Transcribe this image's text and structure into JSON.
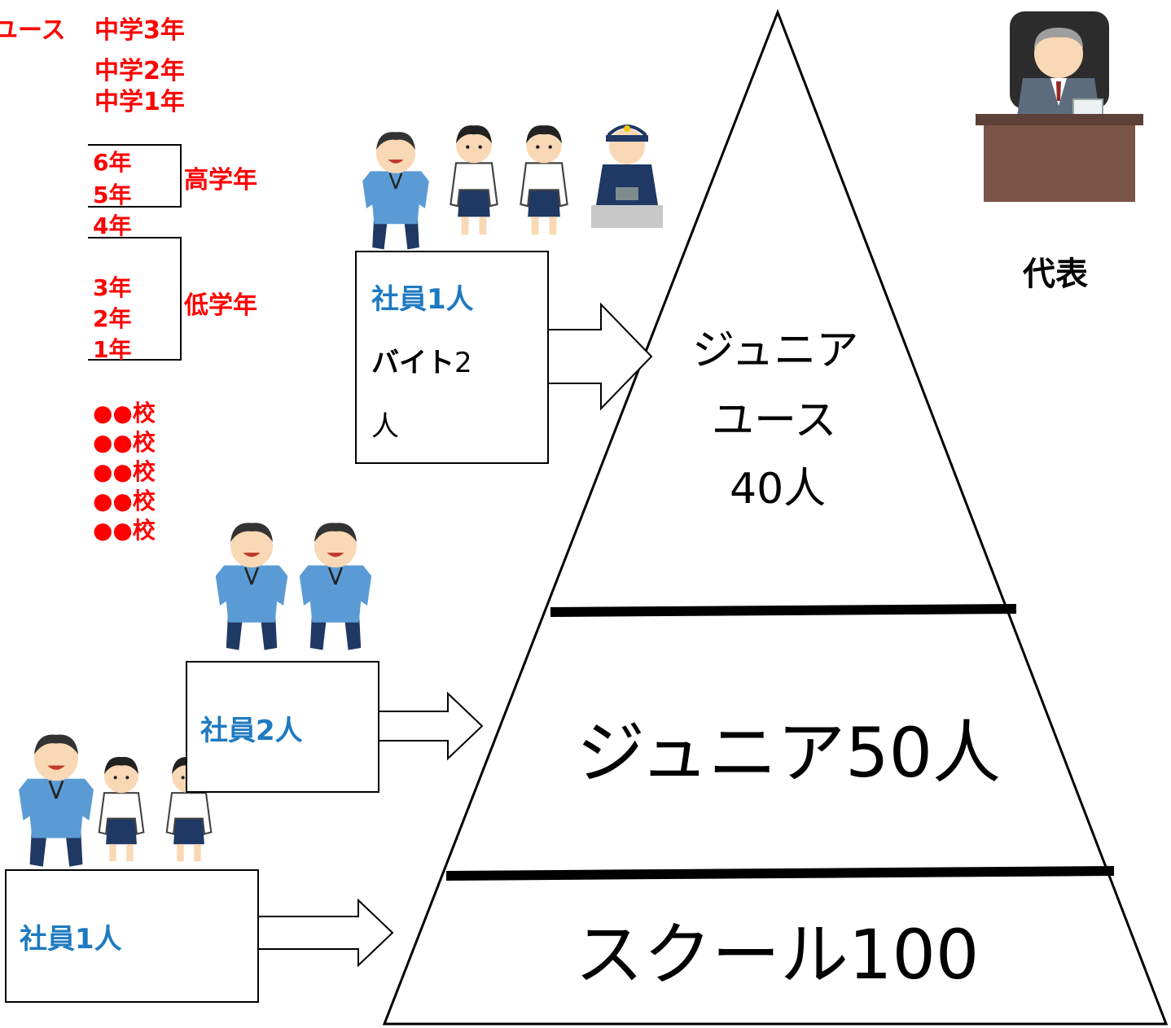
{
  "left_column": {
    "youth_label": "ユース",
    "grades_jhs": [
      "中学3年",
      "中学2年",
      "中学1年"
    ],
    "grades_es_upper": [
      "6年",
      "5年"
    ],
    "upper_label": "高学年",
    "grade_4": "4年",
    "grades_es_lower": [
      "3年",
      "2年",
      "1年"
    ],
    "lower_label": "低学年",
    "schools": [
      "●●校",
      "●●校",
      "●●校",
      "●●校",
      "●●校"
    ]
  },
  "staff_boxes": {
    "top": {
      "staff": "社員1人",
      "part_bold": "バイト",
      "part_count": "2",
      "part_unit": "人"
    },
    "middle": {
      "staff": "社員2人"
    },
    "bottom": {
      "staff": "社員1人"
    }
  },
  "pyramid": {
    "top_line1": "ジュニア",
    "top_line2": "ユース",
    "top_line3": "40人",
    "middle": "ジュニア50人",
    "bottom": "スクール100"
  },
  "representative_label": "代表",
  "colors": {
    "red": "#ff0000",
    "blue": "#1f7ac0",
    "coach_shirt": "#5b9bd5",
    "pants": "#1f3864"
  },
  "icons": [
    "coach-icon",
    "student-icon",
    "conductor-icon",
    "president-icon",
    "arrow-icon"
  ]
}
